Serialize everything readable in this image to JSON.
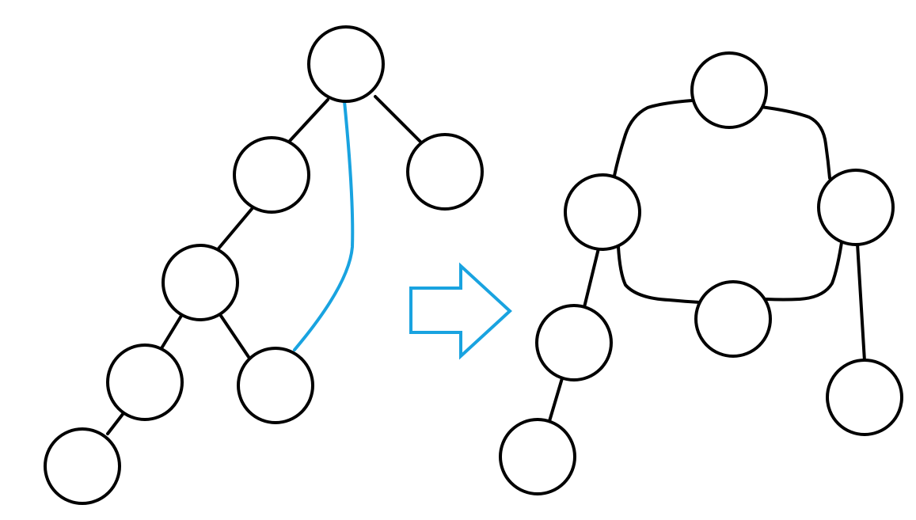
{
  "colors": {
    "background": "#ffffff",
    "ink": "#000000",
    "accent": "#19a3e0"
  },
  "diagram": {
    "left_tree": {
      "nodes": [
        "root",
        "a",
        "b",
        "c",
        "d",
        "e",
        "f"
      ],
      "edges": [
        [
          "root",
          "a"
        ],
        [
          "root",
          "b"
        ],
        [
          "a",
          "c"
        ],
        [
          "c",
          "d"
        ],
        [
          "c",
          "e"
        ],
        [
          "d",
          "f"
        ]
      ],
      "highlighted_edges": [
        [
          "root",
          "e"
        ]
      ]
    },
    "transform_arrow": {
      "icon": "right-arrow-icon",
      "color": "#19a3e0"
    },
    "right_graph": {
      "nodes": [
        "top",
        "left",
        "right",
        "bottom",
        "left_child",
        "left_grandchild",
        "right_child"
      ],
      "edges": [
        [
          "top",
          "left"
        ],
        [
          "top",
          "right"
        ],
        [
          "left",
          "bottom"
        ],
        [
          "right",
          "bottom"
        ],
        [
          "left",
          "left_child"
        ],
        [
          "left_child",
          "left_grandchild"
        ],
        [
          "right",
          "right_child"
        ]
      ]
    }
  }
}
